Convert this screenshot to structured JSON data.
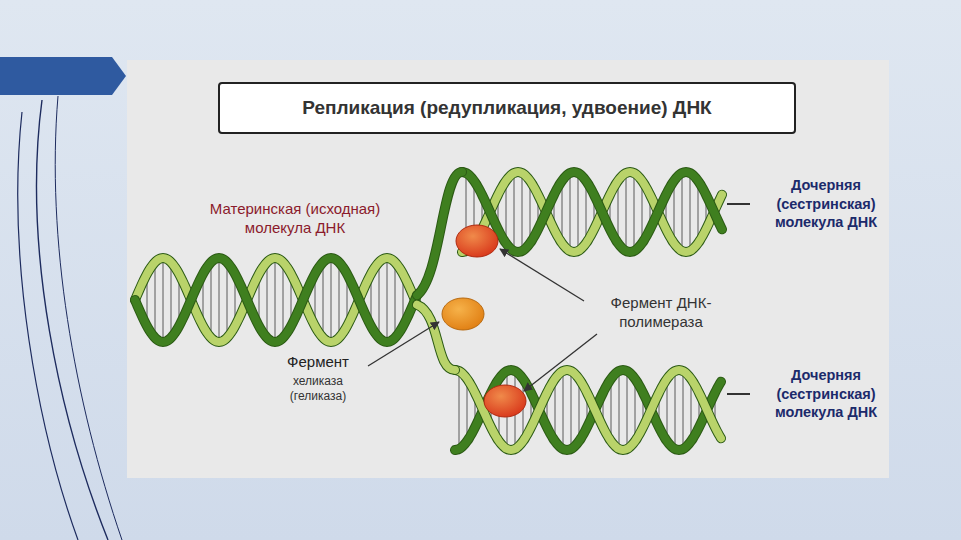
{
  "diagram": {
    "title": "Репликация (редупликация, удвоение) ДНК",
    "labels": [
      "Материнская (исходная) молекула ДНК",
      "Дочерняя (сестринская) молекула ДНК",
      "Фермент ДНК-полимераза",
      "Фермент",
      "хеликаза (геликаза)",
      "Дочерняя (сестринская) молекула ДНК"
    ]
  }
}
